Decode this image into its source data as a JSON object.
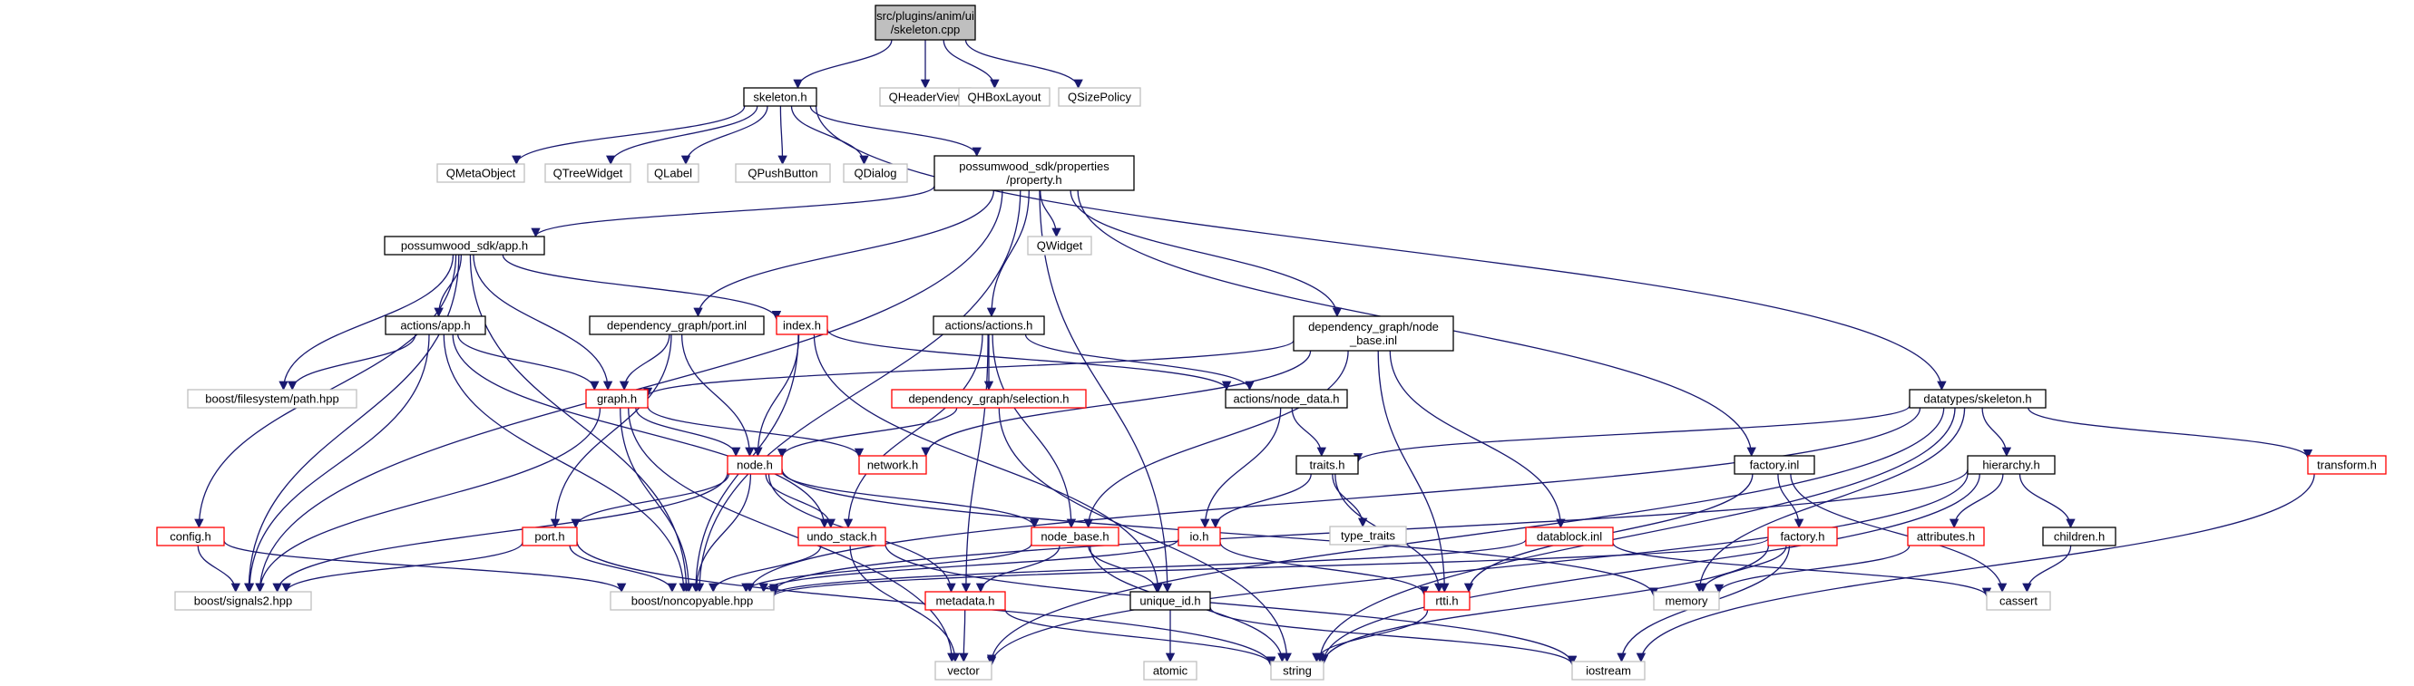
{
  "graph": {
    "nodes": [
      {
        "id": "skeleton_cpp",
        "lines": [
          "src/plugins/anim/ui",
          "/skeleton.cpp"
        ],
        "kind": "root"
      },
      {
        "id": "skeleton_h",
        "lines": [
          "skeleton.h"
        ],
        "kind": "normal"
      },
      {
        "id": "qheaderview",
        "lines": [
          "QHeaderView"
        ],
        "kind": "ext"
      },
      {
        "id": "qhboxlayout",
        "lines": [
          "QHBoxLayout"
        ],
        "kind": "ext"
      },
      {
        "id": "qsizepolicy",
        "lines": [
          "QSizePolicy"
        ],
        "kind": "ext"
      },
      {
        "id": "qmetaobject",
        "lines": [
          "QMetaObject"
        ],
        "kind": "ext"
      },
      {
        "id": "qtreewidget",
        "lines": [
          "QTreeWidget"
        ],
        "kind": "ext"
      },
      {
        "id": "qlabel",
        "lines": [
          "QLabel"
        ],
        "kind": "ext"
      },
      {
        "id": "qpushbutton",
        "lines": [
          "QPushButton"
        ],
        "kind": "ext"
      },
      {
        "id": "qdialog",
        "lines": [
          "QDialog"
        ],
        "kind": "ext"
      },
      {
        "id": "property_h",
        "lines": [
          "possumwood_sdk/properties",
          "/property.h"
        ],
        "kind": "normal"
      },
      {
        "id": "qwidget",
        "lines": [
          "QWidget"
        ],
        "kind": "ext"
      },
      {
        "id": "app_h",
        "lines": [
          "possumwood_sdk/app.h"
        ],
        "kind": "normal"
      },
      {
        "id": "actions_app_h",
        "lines": [
          "actions/app.h"
        ],
        "kind": "normal"
      },
      {
        "id": "port_inl",
        "lines": [
          "dependency_graph/port.inl"
        ],
        "kind": "normal"
      },
      {
        "id": "index_h",
        "lines": [
          "index.h"
        ],
        "kind": "red"
      },
      {
        "id": "actions_h",
        "lines": [
          "actions/actions.h"
        ],
        "kind": "normal"
      },
      {
        "id": "node_base_inl",
        "lines": [
          "dependency_graph/node",
          "_base.inl"
        ],
        "kind": "normal"
      },
      {
        "id": "path_hpp",
        "lines": [
          "boost/filesystem/path.hpp"
        ],
        "kind": "ext"
      },
      {
        "id": "graph_h",
        "lines": [
          "graph.h"
        ],
        "kind": "red"
      },
      {
        "id": "selection_h",
        "lines": [
          "dependency_graph/selection.h"
        ],
        "kind": "red"
      },
      {
        "id": "node_data_h",
        "lines": [
          "actions/node_data.h"
        ],
        "kind": "normal"
      },
      {
        "id": "dt_skeleton_h",
        "lines": [
          "datatypes/skeleton.h"
        ],
        "kind": "normal"
      },
      {
        "id": "network_h",
        "lines": [
          "network.h"
        ],
        "kind": "red"
      },
      {
        "id": "node_h",
        "lines": [
          "node.h"
        ],
        "kind": "red"
      },
      {
        "id": "traits_h",
        "lines": [
          "traits.h"
        ],
        "kind": "normal"
      },
      {
        "id": "factory_inl",
        "lines": [
          "factory.inl"
        ],
        "kind": "normal"
      },
      {
        "id": "hierarchy_h",
        "lines": [
          "hierarchy.h"
        ],
        "kind": "normal"
      },
      {
        "id": "transform_h",
        "lines": [
          "transform.h"
        ],
        "kind": "red"
      },
      {
        "id": "type_traits",
        "lines": [
          "type_traits"
        ],
        "kind": "ext"
      },
      {
        "id": "config_h",
        "lines": [
          "config.h"
        ],
        "kind": "red"
      },
      {
        "id": "port_h",
        "lines": [
          "port.h"
        ],
        "kind": "red"
      },
      {
        "id": "undo_stack_h",
        "lines": [
          "undo_stack.h"
        ],
        "kind": "red"
      },
      {
        "id": "node_base_h",
        "lines": [
          "node_base.h"
        ],
        "kind": "red"
      },
      {
        "id": "io_h",
        "lines": [
          "io.h"
        ],
        "kind": "red"
      },
      {
        "id": "datablock_inl",
        "lines": [
          "datablock.inl"
        ],
        "kind": "red"
      },
      {
        "id": "factory_h",
        "lines": [
          "factory.h"
        ],
        "kind": "red"
      },
      {
        "id": "attributes_h",
        "lines": [
          "attributes.h"
        ],
        "kind": "red"
      },
      {
        "id": "children_h",
        "lines": [
          "children.h"
        ],
        "kind": "normal"
      },
      {
        "id": "signals2_hpp",
        "lines": [
          "boost/signals2.hpp"
        ],
        "kind": "ext"
      },
      {
        "id": "noncopyable_hpp",
        "lines": [
          "boost/noncopyable.hpp"
        ],
        "kind": "ext"
      },
      {
        "id": "metadata_h",
        "lines": [
          "metadata.h"
        ],
        "kind": "red"
      },
      {
        "id": "unique_id_h",
        "lines": [
          "unique_id.h"
        ],
        "kind": "normal"
      },
      {
        "id": "rtti_h",
        "lines": [
          "rtti.h"
        ],
        "kind": "red"
      },
      {
        "id": "memory",
        "lines": [
          "memory"
        ],
        "kind": "ext"
      },
      {
        "id": "cassert",
        "lines": [
          "cassert"
        ],
        "kind": "ext"
      },
      {
        "id": "vector",
        "lines": [
          "vector"
        ],
        "kind": "ext"
      },
      {
        "id": "atomic",
        "lines": [
          "atomic"
        ],
        "kind": "ext"
      },
      {
        "id": "string",
        "lines": [
          "string"
        ],
        "kind": "ext"
      },
      {
        "id": "iostream",
        "lines": [
          "iostream"
        ],
        "kind": "ext"
      }
    ],
    "edges": [
      [
        "skeleton_cpp",
        "skeleton_h"
      ],
      [
        "skeleton_cpp",
        "qheaderview"
      ],
      [
        "skeleton_cpp",
        "qhboxlayout"
      ],
      [
        "skeleton_cpp",
        "qsizepolicy"
      ],
      [
        "skeleton_h",
        "qmetaobject"
      ],
      [
        "skeleton_h",
        "qtreewidget"
      ],
      [
        "skeleton_h",
        "qlabel"
      ],
      [
        "skeleton_h",
        "qpushbutton"
      ],
      [
        "skeleton_h",
        "qdialog"
      ],
      [
        "skeleton_h",
        "property_h"
      ],
      [
        "skeleton_h",
        "dt_skeleton_h"
      ],
      [
        "property_h",
        "qwidget"
      ],
      [
        "property_h",
        "app_h"
      ],
      [
        "property_h",
        "port_inl"
      ],
      [
        "property_h",
        "actions_h"
      ],
      [
        "property_h",
        "node_base_inl"
      ],
      [
        "property_h",
        "factory_inl"
      ],
      [
        "property_h",
        "signals2_hpp"
      ],
      [
        "property_h",
        "noncopyable_hpp"
      ],
      [
        "property_h",
        "unique_id_h"
      ],
      [
        "app_h",
        "actions_app_h"
      ],
      [
        "app_h",
        "index_h"
      ],
      [
        "app_h",
        "graph_h"
      ],
      [
        "app_h",
        "path_hpp"
      ],
      [
        "app_h",
        "config_h"
      ],
      [
        "app_h",
        "signals2_hpp"
      ],
      [
        "app_h",
        "noncopyable_hpp"
      ],
      [
        "actions_app_h",
        "graph_h"
      ],
      [
        "actions_app_h",
        "path_hpp"
      ],
      [
        "actions_app_h",
        "undo_stack_h"
      ],
      [
        "actions_app_h",
        "signals2_hpp"
      ],
      [
        "actions_app_h",
        "noncopyable_hpp"
      ],
      [
        "port_inl",
        "graph_h"
      ],
      [
        "port_inl",
        "node_h"
      ],
      [
        "port_inl",
        "port_h"
      ],
      [
        "index_h",
        "node_data_h"
      ],
      [
        "index_h",
        "node_h"
      ],
      [
        "index_h",
        "unique_id_h"
      ],
      [
        "index_h",
        "noncopyable_hpp"
      ],
      [
        "actions_h",
        "selection_h"
      ],
      [
        "actions_h",
        "node_data_h"
      ],
      [
        "actions_h",
        "undo_stack_h"
      ],
      [
        "actions_h",
        "node_base_h"
      ],
      [
        "actions_h",
        "metadata_h"
      ],
      [
        "node_base_inl",
        "graph_h"
      ],
      [
        "node_base_inl",
        "network_h"
      ],
      [
        "node_base_inl",
        "node_base_h"
      ],
      [
        "node_base_inl",
        "datablock_inl"
      ],
      [
        "node_base_inl",
        "rtti_h"
      ],
      [
        "graph_h",
        "node_h"
      ],
      [
        "graph_h",
        "network_h"
      ],
      [
        "graph_h",
        "signals2_hpp"
      ],
      [
        "graph_h",
        "noncopyable_hpp"
      ],
      [
        "graph_h",
        "vector"
      ],
      [
        "selection_h",
        "node_h"
      ],
      [
        "selection_h",
        "string"
      ],
      [
        "node_data_h",
        "traits_h"
      ],
      [
        "node_data_h",
        "io_h"
      ],
      [
        "dt_skeleton_h",
        "traits_h"
      ],
      [
        "dt_skeleton_h",
        "hierarchy_h"
      ],
      [
        "dt_skeleton_h",
        "transform_h"
      ],
      [
        "dt_skeleton_h",
        "noncopyable_hpp"
      ],
      [
        "dt_skeleton_h",
        "memory"
      ],
      [
        "dt_skeleton_h",
        "vector"
      ],
      [
        "dt_skeleton_h",
        "string"
      ],
      [
        "node_h",
        "port_h"
      ],
      [
        "node_h",
        "undo_stack_h"
      ],
      [
        "node_h",
        "node_base_h"
      ],
      [
        "node_h",
        "metadata_h"
      ],
      [
        "node_h",
        "signals2_hpp"
      ],
      [
        "node_h",
        "noncopyable_hpp"
      ],
      [
        "node_h",
        "memory"
      ],
      [
        "traits_h",
        "type_traits"
      ],
      [
        "traits_h",
        "io_h"
      ],
      [
        "traits_h",
        "rtti_h"
      ],
      [
        "factory_inl",
        "factory_h"
      ],
      [
        "factory_inl",
        "rtti_h"
      ],
      [
        "factory_inl",
        "cassert"
      ],
      [
        "hierarchy_h",
        "attributes_h"
      ],
      [
        "hierarchy_h",
        "children_h"
      ],
      [
        "hierarchy_h",
        "noncopyable_hpp"
      ],
      [
        "hierarchy_h",
        "vector"
      ],
      [
        "hierarchy_h",
        "string"
      ],
      [
        "transform_h",
        "iostream"
      ],
      [
        "config_h",
        "signals2_hpp"
      ],
      [
        "config_h",
        "noncopyable_hpp"
      ],
      [
        "port_h",
        "signals2_hpp"
      ],
      [
        "port_h",
        "noncopyable_hpp"
      ],
      [
        "port_h",
        "string"
      ],
      [
        "undo_stack_h",
        "noncopyable_hpp"
      ],
      [
        "undo_stack_h",
        "vector"
      ],
      [
        "undo_stack_h",
        "iostream"
      ],
      [
        "node_base_h",
        "metadata_h"
      ],
      [
        "node_base_h",
        "unique_id_h"
      ],
      [
        "node_base_h",
        "noncopyable_hpp"
      ],
      [
        "node_base_h",
        "string"
      ],
      [
        "io_h",
        "noncopyable_hpp"
      ],
      [
        "io_h",
        "rtti_h"
      ],
      [
        "datablock_inl",
        "noncopyable_hpp"
      ],
      [
        "datablock_inl",
        "cassert"
      ],
      [
        "factory_h",
        "noncopyable_hpp"
      ],
      [
        "factory_h",
        "memory"
      ],
      [
        "factory_h",
        "string"
      ],
      [
        "factory_h",
        "iostream"
      ],
      [
        "attributes_h",
        "memory"
      ],
      [
        "children_h",
        "cassert"
      ],
      [
        "metadata_h",
        "vector"
      ],
      [
        "metadata_h",
        "string"
      ],
      [
        "unique_id_h",
        "atomic"
      ],
      [
        "unique_id_h",
        "iostream"
      ],
      [
        "rtti_h",
        "string"
      ]
    ]
  }
}
